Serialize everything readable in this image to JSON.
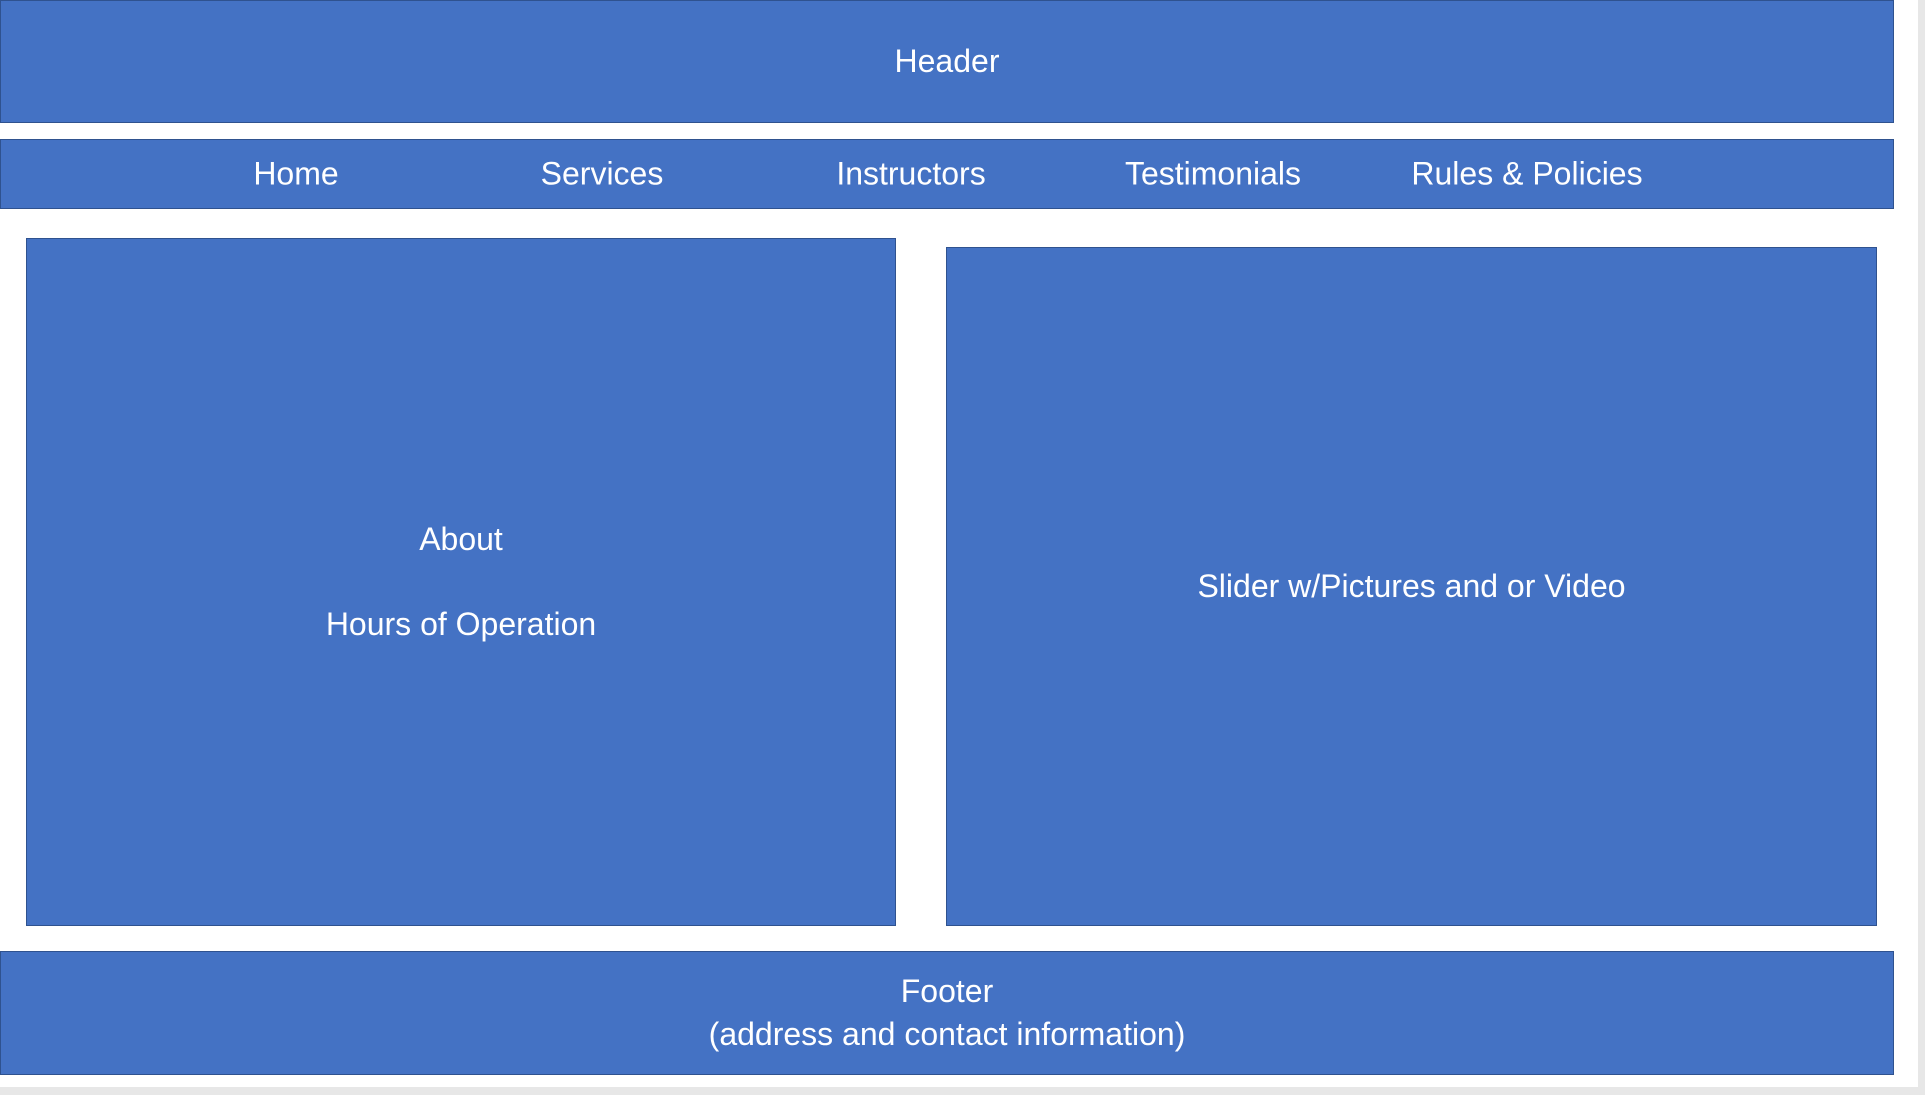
{
  "header": {
    "label": "Header"
  },
  "nav": {
    "items": [
      {
        "label": "Home"
      },
      {
        "label": "Services"
      },
      {
        "label": "Instructors"
      },
      {
        "label": "Testimonials"
      },
      {
        "label": "Rules & Policies"
      }
    ]
  },
  "about": {
    "line1": "About",
    "line2": "Hours of Operation"
  },
  "slider": {
    "label": "Slider w/Pictures and or Video"
  },
  "footer": {
    "line1": "Footer",
    "line2": "(address and contact information)"
  },
  "colors": {
    "box_fill": "#4472c4",
    "box_border": "#2f528f",
    "text": "#ffffff",
    "background": "#ffffff"
  }
}
